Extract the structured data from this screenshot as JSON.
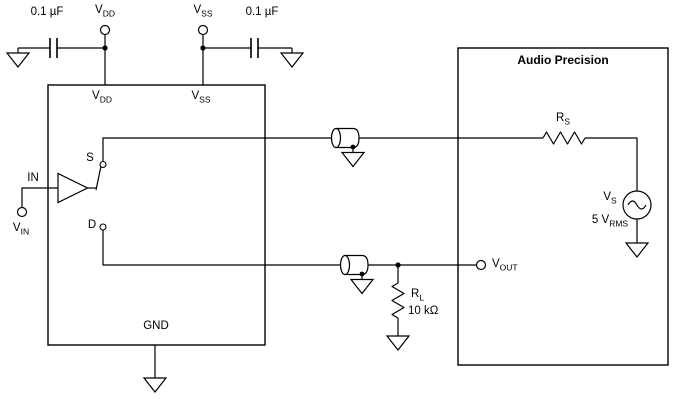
{
  "diagram": {
    "cap_left_value": "0.1 µF",
    "cap_right_value": "0.1 µF",
    "vdd": {
      "base": "V",
      "sub": "DD"
    },
    "vss": {
      "base": "V",
      "sub": "SS"
    },
    "dut": {
      "vdd_pin": {
        "base": "V",
        "sub": "DD"
      },
      "vss_pin": {
        "base": "V",
        "sub": "SS"
      },
      "gnd": "GND",
      "in_label": "IN",
      "s": "S",
      "d": "D"
    },
    "vin": {
      "base": "V",
      "sub": "IN"
    },
    "vout": {
      "base": "V",
      "sub": "OUT"
    },
    "ap": {
      "title": "Audio Precision",
      "rs": {
        "base": "R",
        "sub": "S"
      },
      "vs": {
        "base": "V",
        "sub": "S"
      },
      "vs_value": {
        "base": "5 V",
        "sub": "RMS"
      }
    },
    "rl": {
      "base": "R",
      "sub": "L",
      "value": "10 kΩ"
    }
  }
}
